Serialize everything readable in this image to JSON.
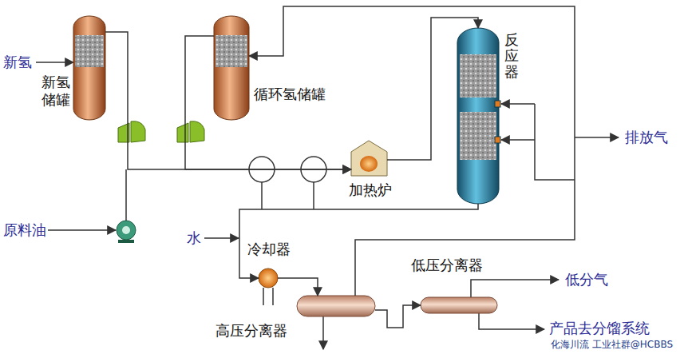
{
  "diagram": {
    "nodes": [
      {
        "text": [
          "新氢储罐"
        ]
      },
      {
        "text": [
          "循环氢储罐"
        ]
      },
      {
        "text": [
          "反应器"
        ]
      },
      {
        "text": [
          "加热炉"
        ]
      },
      {
        "text": [
          "冷却器"
        ]
      },
      {
        "text": [
          "高压分离器"
        ]
      },
      {
        "text": [
          "低压分离器"
        ]
      }
    ],
    "edges": [
      {
        "from": 0,
        "to": 3,
        "arrow": "to"
      },
      {
        "from": 1,
        "to": 3,
        "arrow": "to"
      },
      {
        "from": 3,
        "to": 2,
        "arrow": "to"
      },
      {
        "from": 2,
        "to": 4,
        "arrow": "to"
      },
      {
        "from": 4,
        "to": 5,
        "arrow": "to"
      },
      {
        "from": 5,
        "to": 1,
        "arrow": "to"
      },
      {
        "from": 5,
        "to": 6,
        "arrow": "to"
      }
    ],
    "labels": [
      "新氢",
      "原料油",
      "水",
      "排放气",
      "低分气",
      "产品去分馏系统",
      "化海川流 工业社群@HCBBS"
    ]
  }
}
